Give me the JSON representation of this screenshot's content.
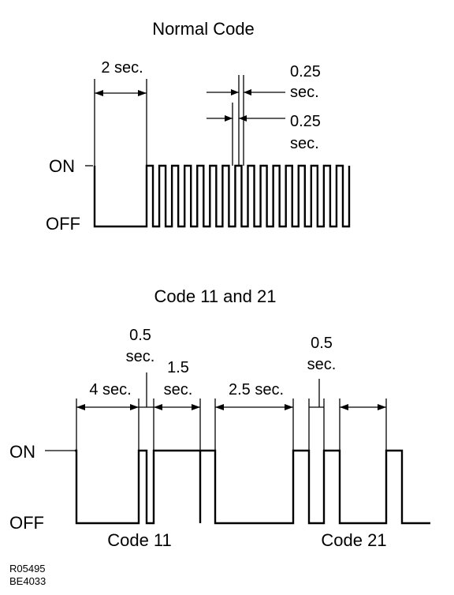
{
  "normal_code": {
    "title": "Normal Code",
    "on_label": "ON",
    "off_label": "OFF",
    "initial_off_label": "2 sec.",
    "pulse_on_label": "0.25 sec.",
    "pulse_off_label": "0.25 sec.",
    "cycle_count": 16
  },
  "code_11_21": {
    "title": "Code 11 and 21",
    "on_label": "ON",
    "off_label": "OFF",
    "dim_4": "4 sec.",
    "dim_05_left": "0.5 sec.",
    "dim_15": "1.5 sec.",
    "dim_25": "2.5 sec.",
    "dim_05_right": "0.5 sec.",
    "code11_label": "Code 11",
    "code21_label": "Code 21"
  },
  "reference": {
    "line1": "R05495",
    "line2": "BE4033"
  }
}
